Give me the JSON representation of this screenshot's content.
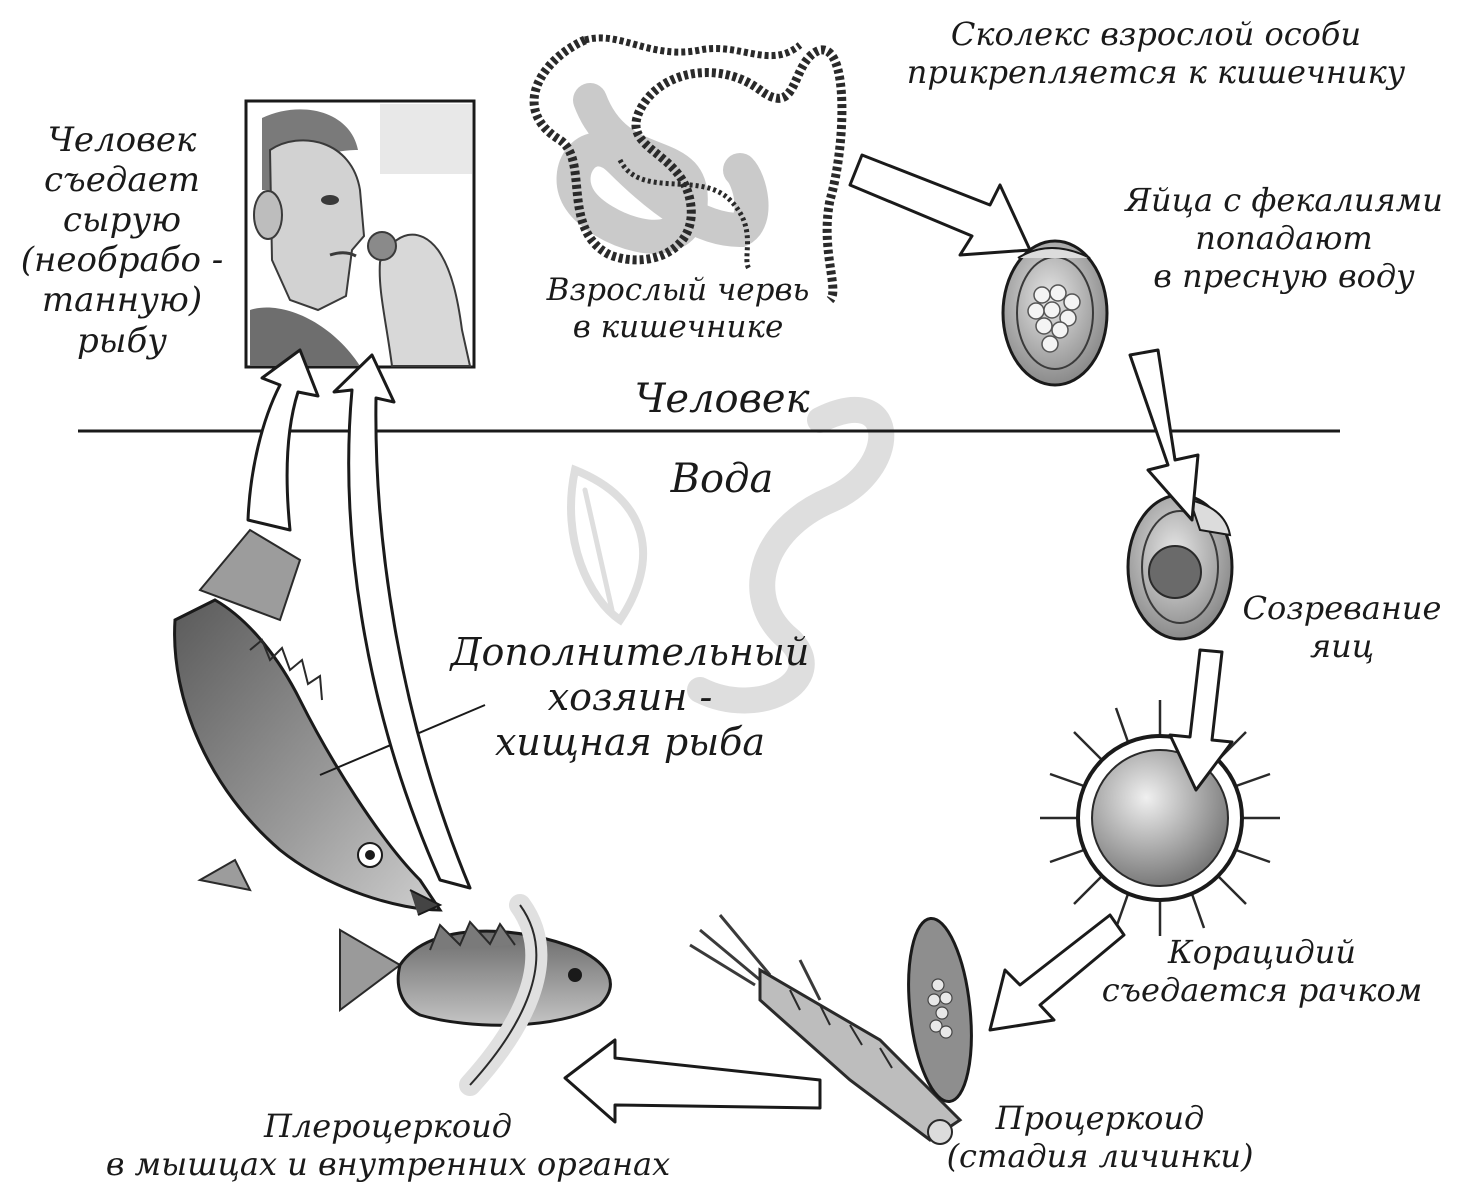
{
  "diagram": {
    "zones": {
      "human": "Человек",
      "water": "Вода"
    },
    "stages": {
      "human_eats": [
        "Человек",
        "съедает",
        "сырую",
        "(необрабо -",
        "танную)",
        "рыбу"
      ],
      "adult_worm": [
        "Взрослый червь",
        "в кишечнике"
      ],
      "scolex": [
        "Сколекс взрослой особи",
        "прикрепляется к кишечнику"
      ],
      "eggs_water": [
        "Яйца с фекалиями",
        "попадают",
        "в пресную воду"
      ],
      "maturation": [
        "Созревание",
        "яиц"
      ],
      "coracidium": [
        "Корацидий",
        "съедается рачком"
      ],
      "procercoid": [
        "Процеркоид",
        "(стадия личинки)"
      ],
      "plerocercoid": [
        "Плероцеркоид",
        "в мышцах и внутренних органах"
      ],
      "extra_host": [
        "Дополнительный",
        "хозяин -",
        "хищная рыба"
      ]
    },
    "colors": {
      "ink": "#1a1a1a",
      "arrow_fill": "#ffffff",
      "shade": "#9a9a9a",
      "watermark": "#d4d4d4"
    }
  }
}
